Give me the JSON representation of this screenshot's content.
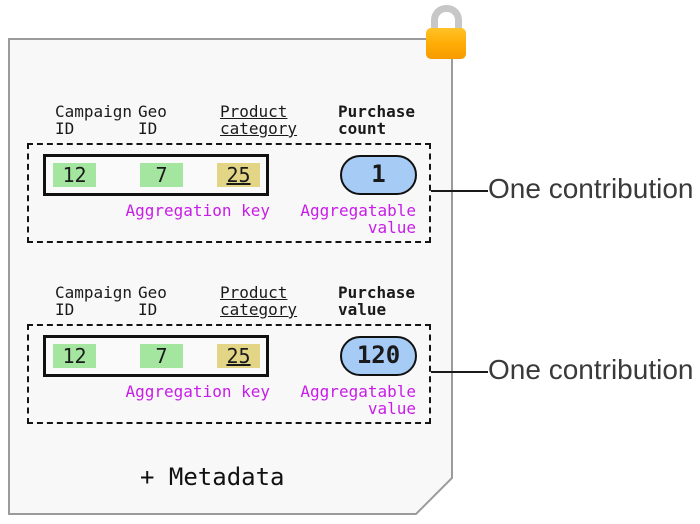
{
  "colors": {
    "page_background": "#F8F8F8",
    "page_border": "#9B9B9B",
    "label_magenta": "#C81CE8",
    "key_cell_green": "#A4E5A0",
    "key_cell_yellow": "#E2D586",
    "value_pill_blue": "#A6CBF4",
    "lock_body_orange": "#FFAD05",
    "lock_shackle_gray": "#C7C7C7"
  },
  "sections": [
    {
      "columns": [
        {
          "label": "Campaign\nID"
        },
        {
          "label": "Geo\nID"
        },
        {
          "label": "Product\ncategory"
        },
        {
          "label": "Purchase\ncount"
        }
      ],
      "key_cells": [
        {
          "value": "12"
        },
        {
          "value": "7"
        },
        {
          "value": "25"
        }
      ],
      "aggregation_key_label": "Aggregation key",
      "value_pill": "1",
      "aggregatable_value_label": "Aggregatable\nvalue",
      "callout_label": "One contribution"
    },
    {
      "columns": [
        {
          "label": "Campaign\nID"
        },
        {
          "label": "Geo\nID"
        },
        {
          "label": "Product\ncategory"
        },
        {
          "label": "Purchase\nvalue"
        }
      ],
      "key_cells": [
        {
          "value": "12"
        },
        {
          "value": "7"
        },
        {
          "value": "25"
        }
      ],
      "aggregation_key_label": "Aggregation key",
      "value_pill": "120",
      "aggregatable_value_label": "Aggregatable\nvalue",
      "callout_label": "One contribution"
    }
  ],
  "footer": {
    "metadata_label": "+ Metadata"
  }
}
